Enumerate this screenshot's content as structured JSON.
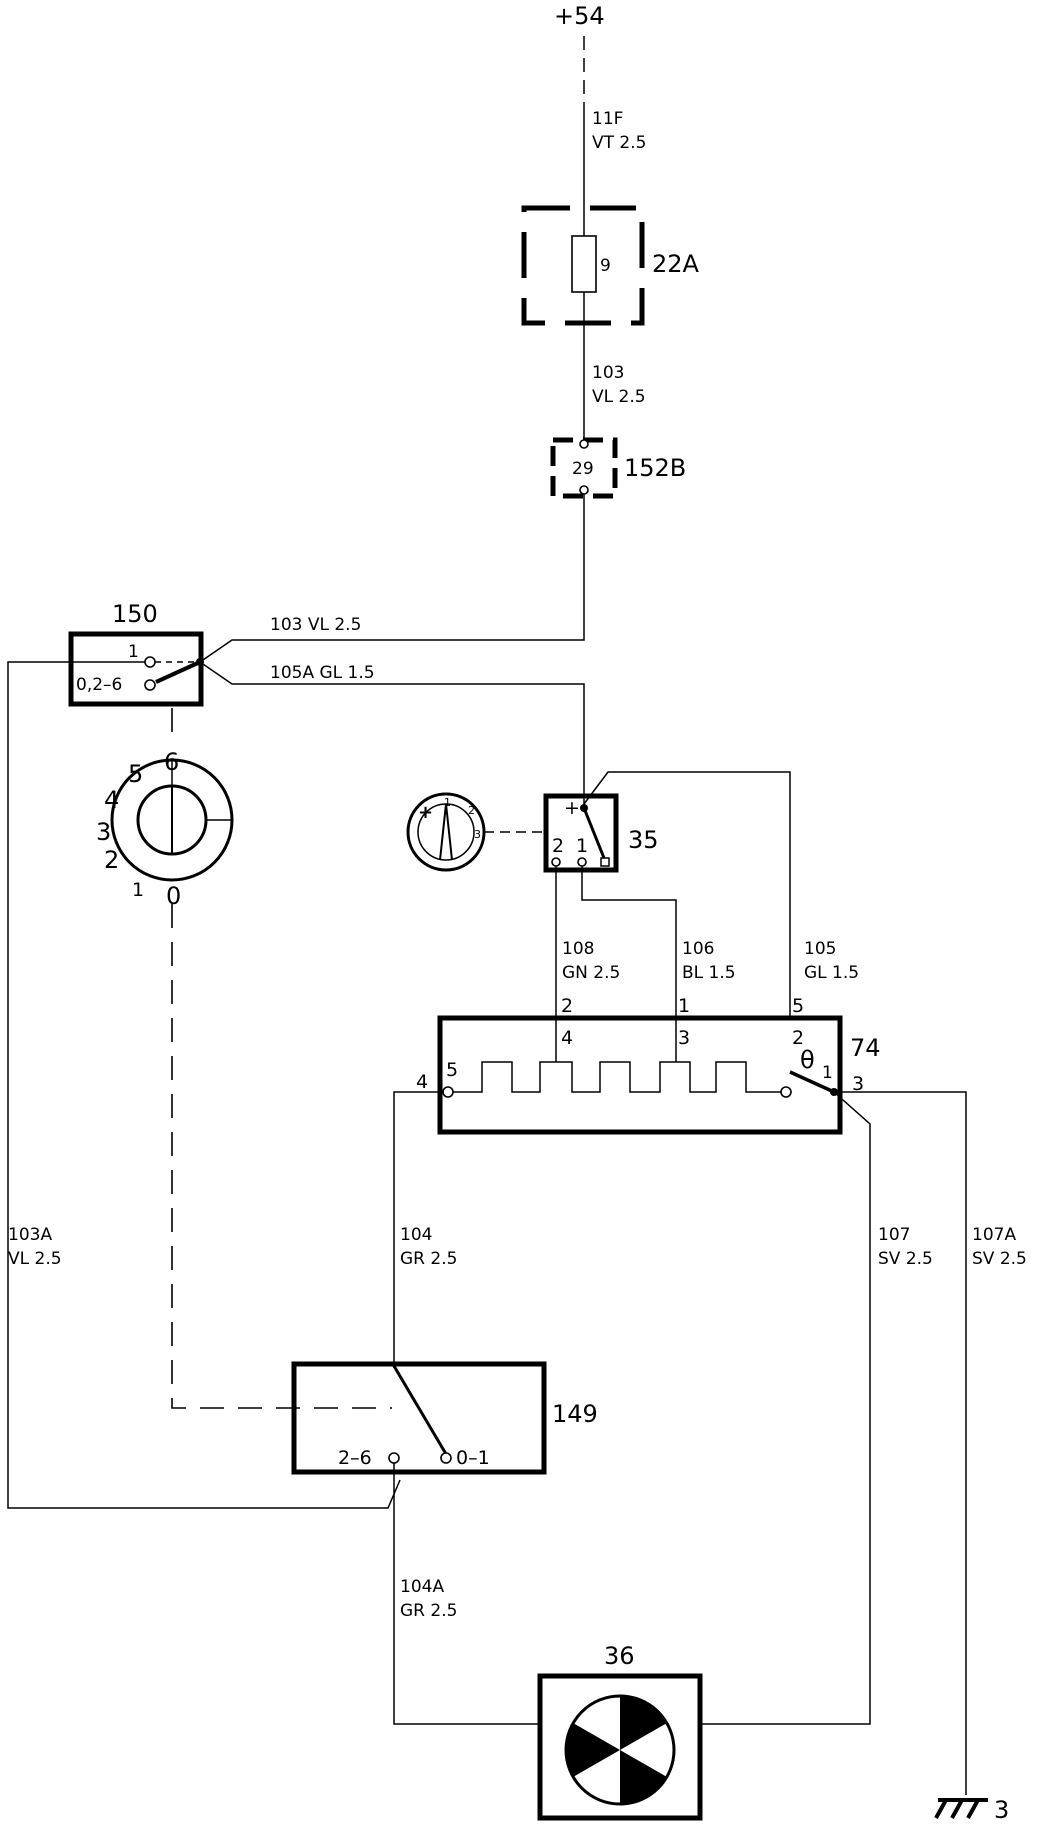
{
  "supply": {
    "label": "+54"
  },
  "ground": {
    "label": "3"
  },
  "components": {
    "fuse_block": {
      "label": "22A",
      "fuse_number": "9"
    },
    "connector": {
      "label": "152B",
      "pin": "29"
    },
    "ac_switch": {
      "label": "150",
      "pin_a": "1",
      "pin_b": "0,2–6"
    },
    "temp_switch": {
      "label": "35",
      "pin_1": "1",
      "pin_2": "2",
      "pin_plus": "+"
    },
    "resistor": {
      "label": "74",
      "theta": "θ",
      "ext_pins": [
        "2",
        "1",
        "5",
        "4",
        "3"
      ],
      "int_pins": [
        "4",
        "3",
        "2",
        "5",
        "1"
      ]
    },
    "relay": {
      "label": "149",
      "pos_a": "2–6",
      "pos_b": "0–1"
    },
    "fan_motor": {
      "label": "36"
    },
    "fan_knob": {
      "positions": [
        "0",
        "1",
        "2",
        "3",
        "4",
        "5",
        "6"
      ]
    },
    "temp_knob": {
      "positions": [
        "1",
        "2",
        "3"
      ]
    }
  },
  "wires": {
    "w11f": {
      "id": "11F",
      "spec": "VT 2.5"
    },
    "w103": {
      "id": "103",
      "spec": "VL 2.5"
    },
    "w103h": {
      "text": "103 VL 2.5"
    },
    "w105a": {
      "text": "105A GL 1.5"
    },
    "w108": {
      "id": "108",
      "spec": "GN 2.5"
    },
    "w106": {
      "id": "106",
      "spec": "BL 1.5"
    },
    "w105": {
      "id": "105",
      "spec": "GL 1.5"
    },
    "w103a": {
      "id": "103A",
      "spec": "VL 2.5"
    },
    "w104": {
      "id": "104",
      "spec": "GR 2.5"
    },
    "w107": {
      "id": "107",
      "spec": "SV 2.5"
    },
    "w107a": {
      "id": "107A",
      "spec": "SV 2.5"
    },
    "w104a": {
      "id": "104A",
      "spec": "GR 2.5"
    }
  }
}
